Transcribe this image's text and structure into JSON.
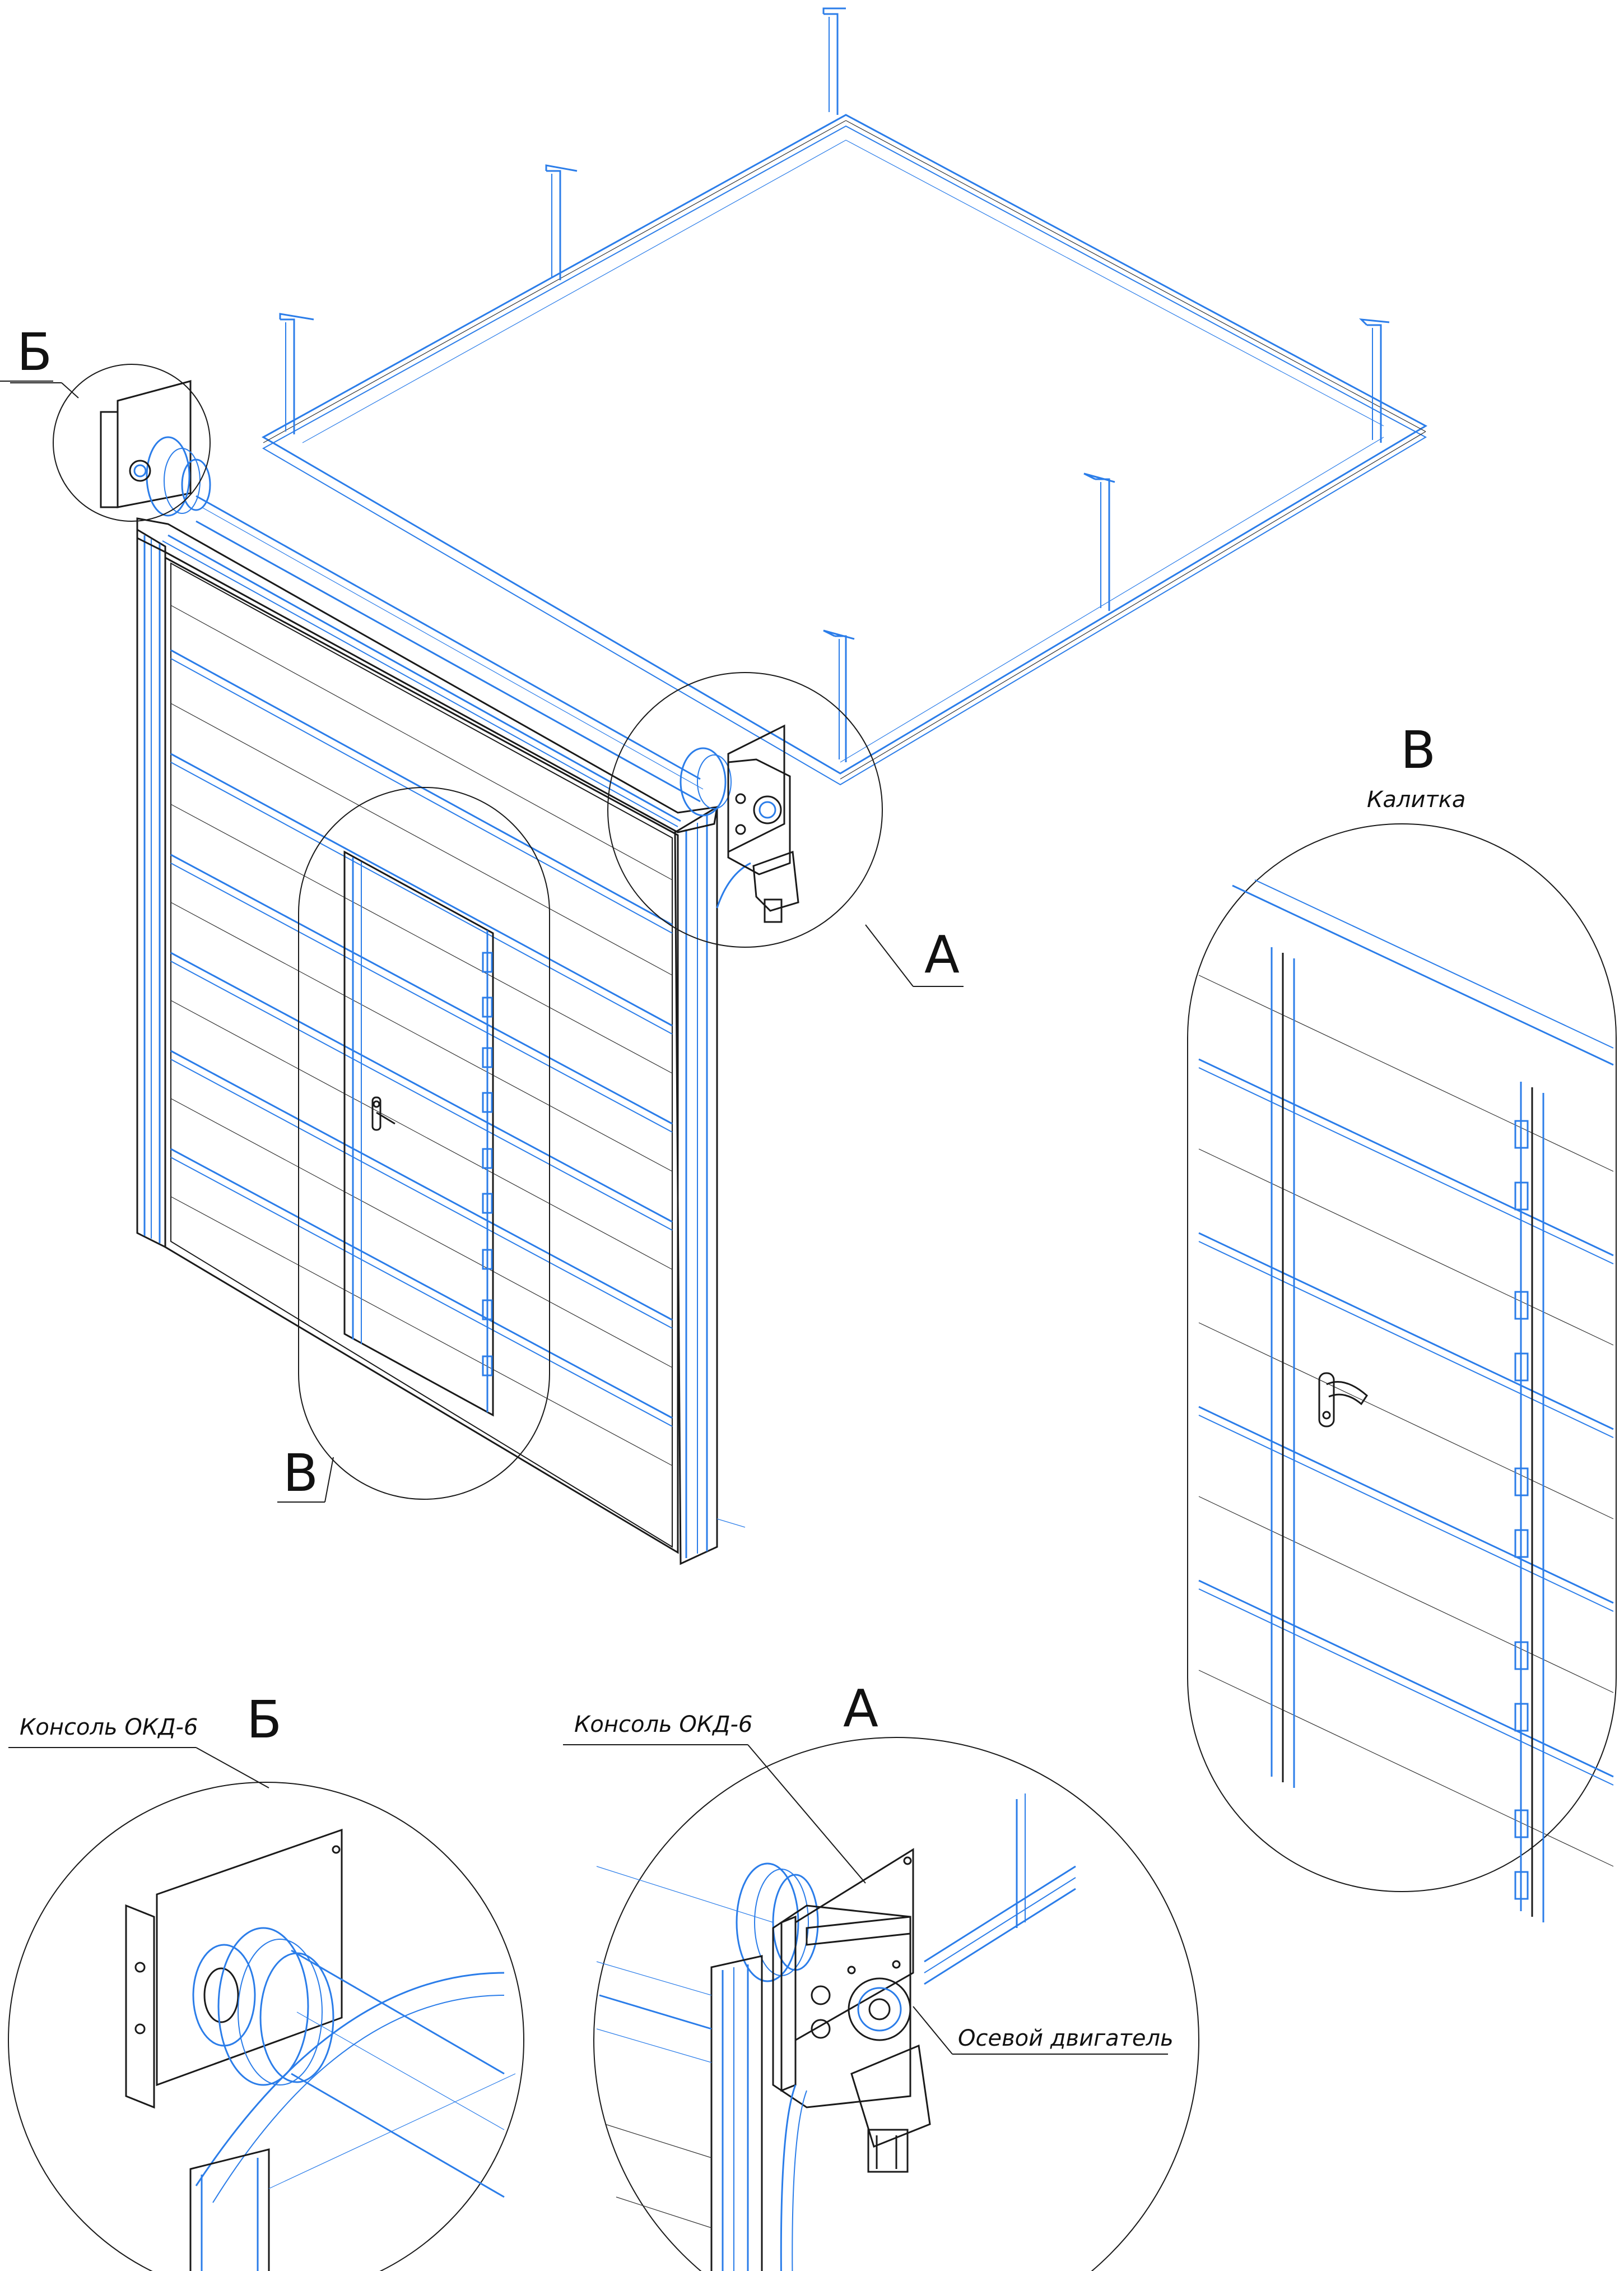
{
  "drawing": {
    "callouts": {
      "a": "А",
      "b": "Б",
      "v": "В"
    },
    "detail_a": {
      "letter": "А",
      "console_label": "Консоль ОКД-6",
      "motor_label": "Осевой двигатель"
    },
    "detail_b": {
      "letter": "Б",
      "console_label": "Консоль ОКД-6"
    },
    "detail_v": {
      "letter": "В",
      "caption": "Калитка"
    }
  },
  "colors": {
    "line_dark": "#1a1a1a",
    "line_blue": "#2b7de9",
    "background": "#ffffff"
  }
}
